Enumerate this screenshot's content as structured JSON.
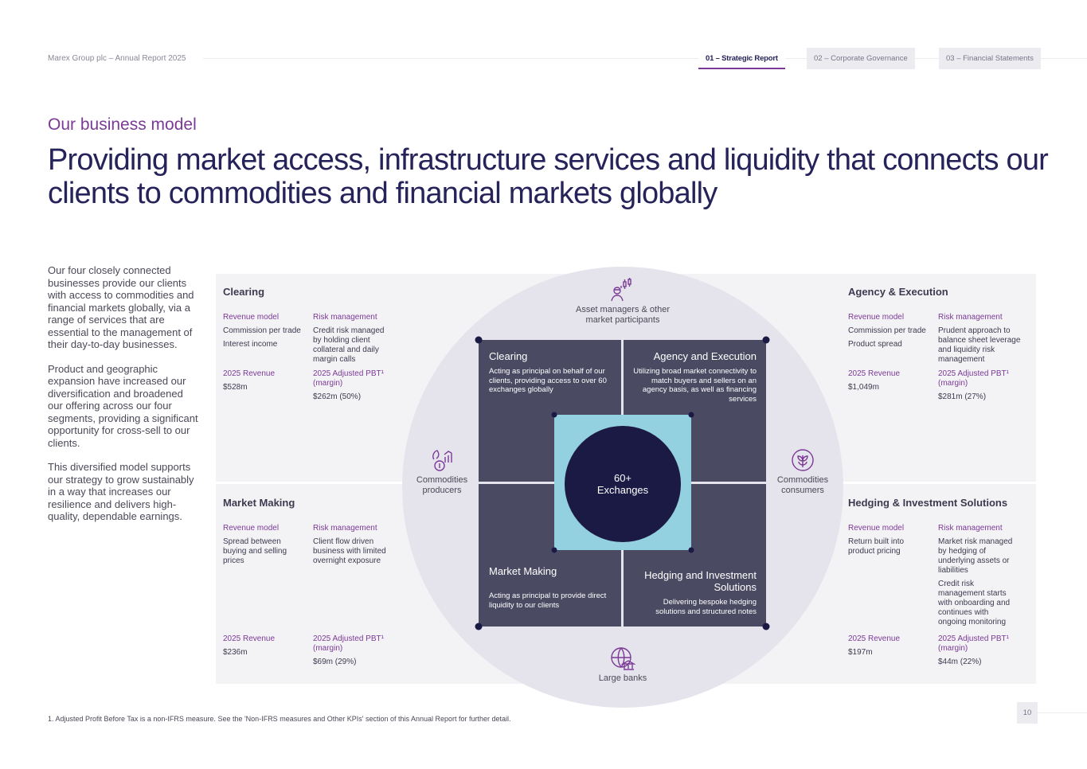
{
  "header": {
    "brand": "Marex Group plc – Annual Report 2025",
    "tabs": [
      {
        "label": "01 – Strategic Report",
        "active": true
      },
      {
        "label": "02 – Corporate Governance"
      },
      {
        "label": "03 – Financial Statements"
      }
    ]
  },
  "kicker": "Our business model",
  "title": "Providing market access, infrastructure services and liquidity that connects our clients to commodities and financial markets globally",
  "intro": [
    "Our four closely connected businesses provide our clients with access to commodities and financial markets globally, via a range of services that are essential to the management of their day-to-day businesses.",
    "Product and geographic expansion have increased our diversification and broadened our offering across our four segments, providing a significant opportunity for cross-sell to our clients.",
    "This diversified model supports our strategy to grow sustainably in a way that increases our resilience and delivers high-quality, dependable earnings."
  ],
  "labels": {
    "revenue_model": "Revenue model",
    "risk": "Risk management",
    "revenue": "2025 Revenue",
    "pbt": "2025 Adjusted PBT¹ (margin)"
  },
  "segments": [
    {
      "name": "Clearing",
      "rev_model": [
        "Commission per trade",
        "Interest income"
      ],
      "risk": [
        "Credit risk managed by holding client collateral and daily margin calls"
      ],
      "revenue": "$528m",
      "pbt": "$262m (50%)"
    },
    {
      "name": "Agency & Execution",
      "rev_model": [
        "Commission per trade",
        "Product spread"
      ],
      "risk": [
        "Prudent approach to balance sheet leverage and liquidity risk management"
      ],
      "revenue": "$1,049m",
      "pbt": "$281m (27%)"
    },
    {
      "name": "Market Making",
      "rev_model": [
        "Spread between buying and selling prices"
      ],
      "risk": [
        "Client flow driven business with limited overnight exposure"
      ],
      "revenue": "$236m",
      "pbt": "$69m (29%)"
    },
    {
      "name": "Hedging & Investment Solutions",
      "rev_model": [
        "Return built into product pricing"
      ],
      "risk": [
        "Market risk managed by hedging of underlying assets or liabilities",
        "Credit risk management starts with onboarding and continues with ongoing monitoring"
      ],
      "revenue": "$197m",
      "pbt": "$44m (22%)"
    }
  ],
  "boxes": [
    {
      "title": "Clearing",
      "text": "Acting as principal on behalf of our clients, providing access to over 60 exchanges globally"
    },
    {
      "title": "Agency and Execution",
      "text": "Utilizing broad market connectivity to match buyers and sellers on an agency basis, as well as financing services"
    },
    {
      "title": "Market Making",
      "text": "Acting as principal to provide direct liquidity to our clients"
    },
    {
      "title": "Hedging and Investment Solutions",
      "text": "Delivering bespoke hedging solutions and structured notes"
    }
  ],
  "center": {
    "line1": "60+",
    "line2": "Exchanges"
  },
  "participants": {
    "top": "Asset managers & other market participants",
    "left": "Commodities producers",
    "right": "Commodities consumers",
    "bottom": "Large banks"
  },
  "footnote": "1.  Adjusted Profit Before Tax is a non-IFRS measure. See the 'Non-IFRS measures and Other KPIs' section of this Annual Report for further detail.",
  "page": "10",
  "colors": {
    "accent": "#7b3a96",
    "navy": "#25235a",
    "box": "#4b4a63",
    "center": "#93d0e0"
  }
}
